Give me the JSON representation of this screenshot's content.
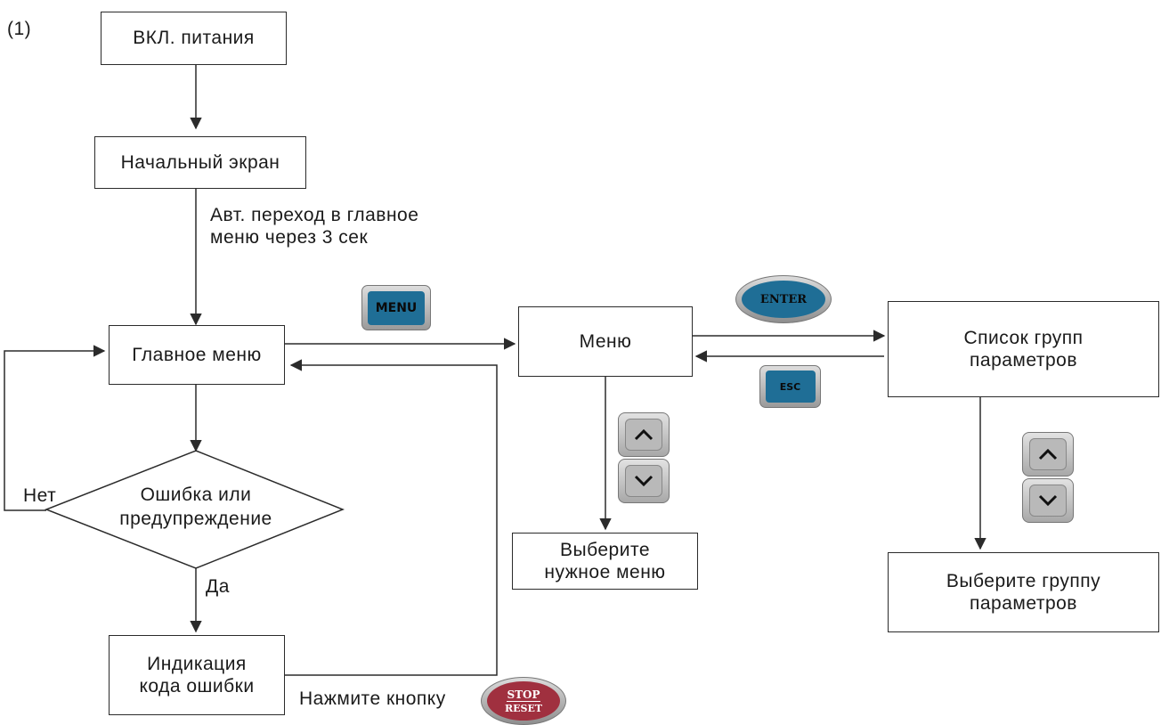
{
  "step_label": "(1)",
  "boxes": {
    "power_on": "ВКЛ. питания",
    "start_screen": "Начальный экран",
    "main_menu": "Главное меню",
    "menu": "Меню",
    "param_groups": "Список групп\nпараметров",
    "select_menu": "Выберите\nнужное меню",
    "select_group": "Выберите группу\nпараметров",
    "error_code": "Индикация\nкода ошибки"
  },
  "decision": {
    "text": "Ошибка или\nпредупреждение",
    "no_label": "Нет",
    "yes_label": "Да"
  },
  "notes": {
    "auto_transition": "Авт. переход в главное\nменю через 3 сек",
    "press_button": "Нажмите кнопку"
  },
  "keys": {
    "menu": "MENU",
    "enter": "ENTER",
    "esc": "ESC",
    "stop": "STOP",
    "reset": "RESET"
  },
  "colors": {
    "key_blue": "#1f6e96",
    "stop_red": "#a0303f",
    "line": "#2b2b2b"
  }
}
